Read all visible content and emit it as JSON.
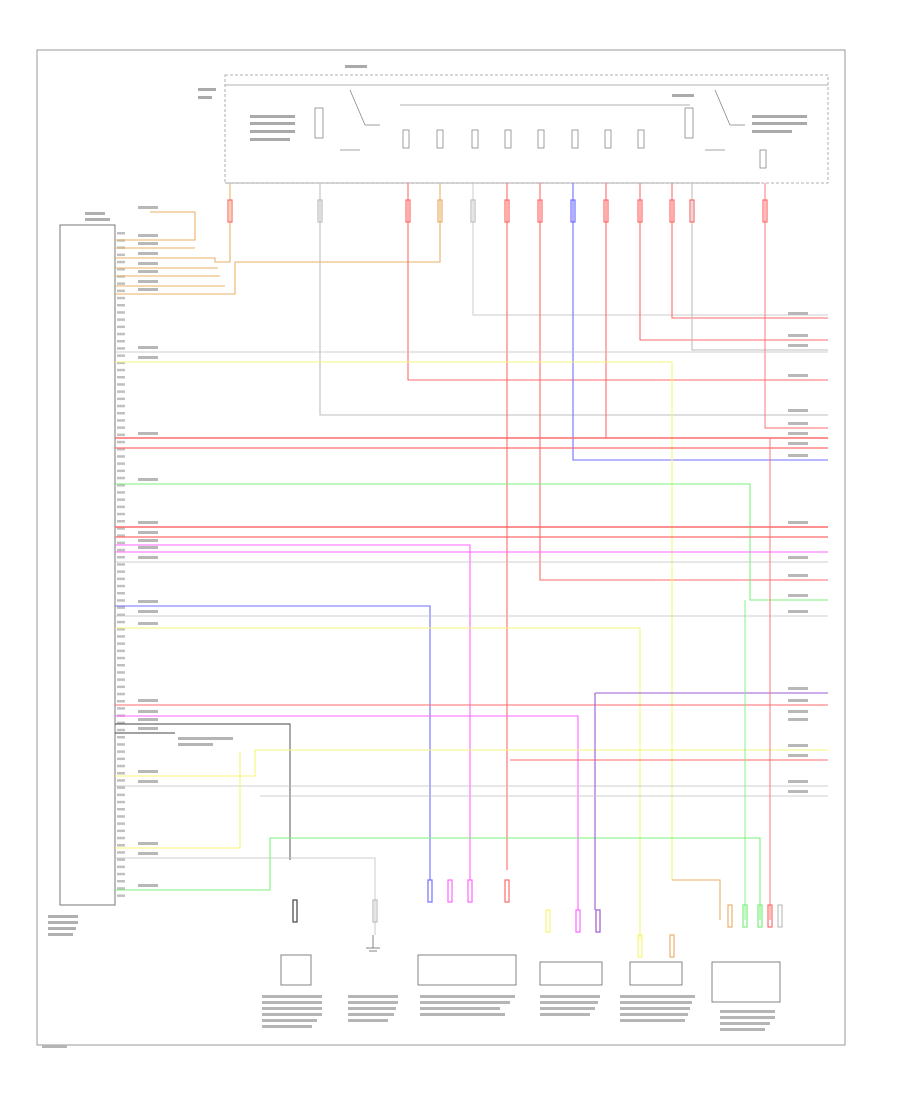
{
  "figure_id": "",
  "wire_colors": {
    "red": "#ff6b6b",
    "blue": "#7070ff",
    "pink": "#ff66ff",
    "green": "#7cf07c",
    "yellow": "#f5f57a",
    "orange": "#e9b26a",
    "black": "#444444",
    "grey": "#bfbfbf",
    "violet": "#9b59d0"
  },
  "components": [
    {
      "id": "ecm",
      "label": ""
    },
    {
      "id": "fuse-box",
      "label": ""
    },
    {
      "id": "sensor-a",
      "label": ""
    },
    {
      "id": "sensor-b",
      "label": ""
    },
    {
      "id": "sensor-c",
      "label": ""
    },
    {
      "id": "sensor-d",
      "label": ""
    },
    {
      "id": "sensor-e",
      "label": ""
    },
    {
      "id": "sensor-f",
      "label": ""
    }
  ]
}
